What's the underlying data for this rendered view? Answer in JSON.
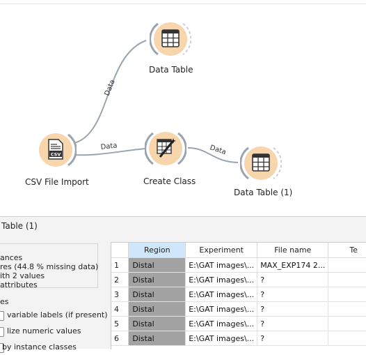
{
  "canvas": {
    "nodes": {
      "csv_import": "CSV File Import",
      "data_table_top": "Data Table",
      "create_class": "Create Class",
      "data_table_1": "Data Table (1)"
    },
    "links": {
      "csv_to_table": "Data",
      "csv_to_class": "Data",
      "class_to_table": "Data"
    },
    "icons": {
      "csv_import": "csv-file-icon",
      "data_table": "table-grid-icon",
      "create_class": "magic-wand-icon"
    },
    "colors": {
      "node_fill": "#f7d6ae",
      "link": "#9aa4ae"
    }
  },
  "panel": {
    "title": "Table (1)",
    "info": [
      "ances",
      "res (44.8 % missing data)",
      "ith 2 values",
      "attributes"
    ],
    "variables_header": "es",
    "options": [
      "variable labels (if present)",
      "lize numeric values",
      "by instance classes"
    ]
  },
  "table": {
    "columns": [
      "Region",
      "Experiment",
      "File name",
      "Te"
    ],
    "rows": [
      {
        "n": "1",
        "region": "Distal",
        "experiment": "E:\\GAT images\\...",
        "file": "MAX_EXP174 2...",
        "te": ""
      },
      {
        "n": "2",
        "region": "Distal",
        "experiment": "E:\\GAT images\\...",
        "file": "?",
        "te": ""
      },
      {
        "n": "3",
        "region": "Distal",
        "experiment": "E:\\GAT images\\...",
        "file": "?",
        "te": ""
      },
      {
        "n": "4",
        "region": "Distal",
        "experiment": "E:\\GAT images\\...",
        "file": "?",
        "te": ""
      },
      {
        "n": "5",
        "region": "Distal",
        "experiment": "E:\\GAT images\\...",
        "file": "?",
        "te": ""
      },
      {
        "n": "6",
        "region": "Distal",
        "experiment": "E:\\GAT images\\...",
        "file": "?",
        "te": ""
      }
    ]
  }
}
